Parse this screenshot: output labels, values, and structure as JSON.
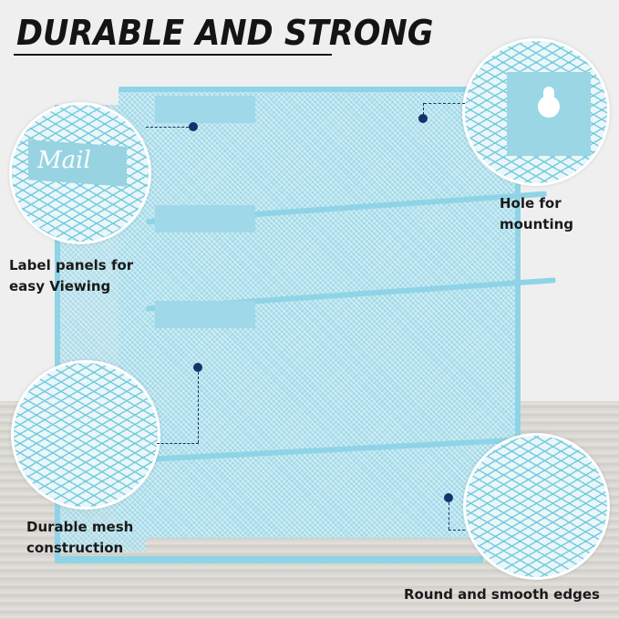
{
  "header": {
    "title": "DURABLE AND STRONG"
  },
  "callouts": [
    {
      "id": "label-panels",
      "line1": "Label panels for",
      "line2": "easy Viewing",
      "inset_text": "Mail"
    },
    {
      "id": "mounting-hole",
      "line1": "Hole for",
      "line2": "mounting"
    },
    {
      "id": "mesh",
      "line1": "Durable mesh",
      "line2": "construction"
    },
    {
      "id": "edges",
      "line1": "Round and smooth edges"
    }
  ],
  "colors": {
    "product": "#8fd4e6",
    "callout_dot": "#14336b",
    "title_text": "#141414",
    "background": "#f1f1f1"
  },
  "product": {
    "name": "wall-mount mesh file organizer",
    "tiers": 3
  }
}
